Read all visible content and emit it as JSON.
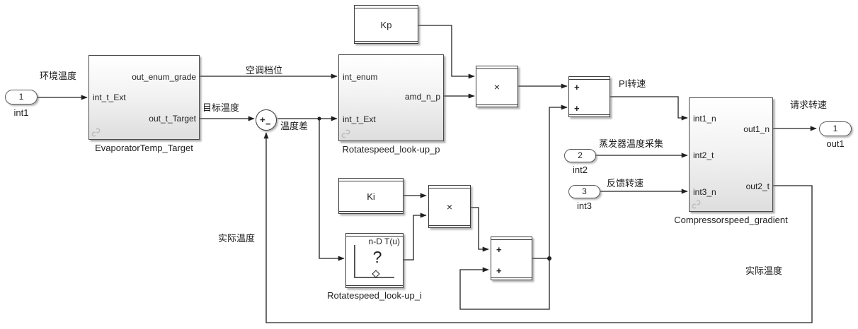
{
  "inports": [
    {
      "num": "1",
      "name": "int1"
    },
    {
      "num": "2",
      "name": "int2"
    },
    {
      "num": "3",
      "name": "int3"
    }
  ],
  "outports": [
    {
      "num": "1",
      "name": "out1"
    }
  ],
  "blocks": {
    "evaporator": {
      "name": "EvaporatorTemp_Target",
      "port_in": "int_t_Ext",
      "port_out_top": "out_enum_grade",
      "port_out_bottom": "out_t_Target"
    },
    "rotatespeed_p": {
      "name": "Rotatespeed_look-up_p",
      "port_in_top": "int_enum",
      "port_in_bottom": "int_t_Ext",
      "port_out": "amd_n_p"
    },
    "compressor": {
      "name": "Compressorspeed_gradient",
      "port_in1": "int1_n",
      "port_in2": "int2_t",
      "port_in3": "int3_n",
      "port_out1": "out1_n",
      "port_out2": "out2_t"
    },
    "kp": {
      "label": "Kp"
    },
    "ki": {
      "label": "Ki"
    },
    "mult": {
      "label": "×"
    },
    "sum": {
      "plus": "+",
      "minus": "−"
    },
    "lookup": {
      "name": "Rotatespeed_look-up_i",
      "title": "n-D T(u)",
      "glyph": "?"
    }
  },
  "wire_labels": {
    "ambient_temp": "环境温度",
    "ac_gear": "空调档位",
    "target_temp": "目标温度",
    "temp_diff": "温度差",
    "pi_speed": "PI转速",
    "evap_temp_collect": "蒸发器温度采集",
    "feedback_speed": "反馈转速",
    "request_speed": "请求转速",
    "actual_temp": "实际温度"
  }
}
